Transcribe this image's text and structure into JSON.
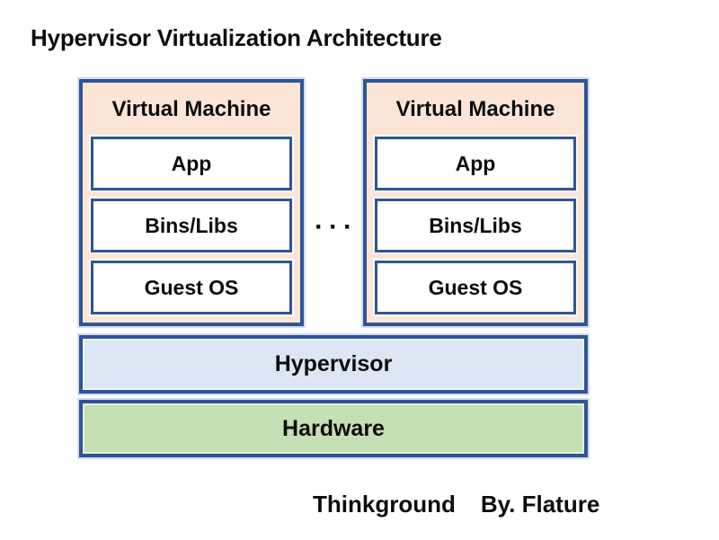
{
  "title": "Hypervisor Virtualization Architecture",
  "vms": [
    {
      "label": "Virtual Machine",
      "layers": [
        {
          "label": "App"
        },
        {
          "label": "Bins/Libs"
        },
        {
          "label": "Guest OS"
        }
      ]
    },
    {
      "label": "Virtual Machine",
      "layers": [
        {
          "label": "App"
        },
        {
          "label": "Bins/Libs"
        },
        {
          "label": "Guest OS"
        }
      ]
    }
  ],
  "ellipsis": "···",
  "hypervisor": {
    "label": "Hypervisor"
  },
  "hardware": {
    "label": "Hardware"
  },
  "footer": {
    "brand": "Thinkground",
    "credit": "By. Flature"
  },
  "colors": {
    "border": "#2F5597",
    "vm_fill": "#FBE5D6",
    "hypervisor_fill": "#DCE6F4",
    "hardware_fill": "#C5E0B4",
    "text": "#0D0D0D",
    "background": "#FFFFFF"
  }
}
